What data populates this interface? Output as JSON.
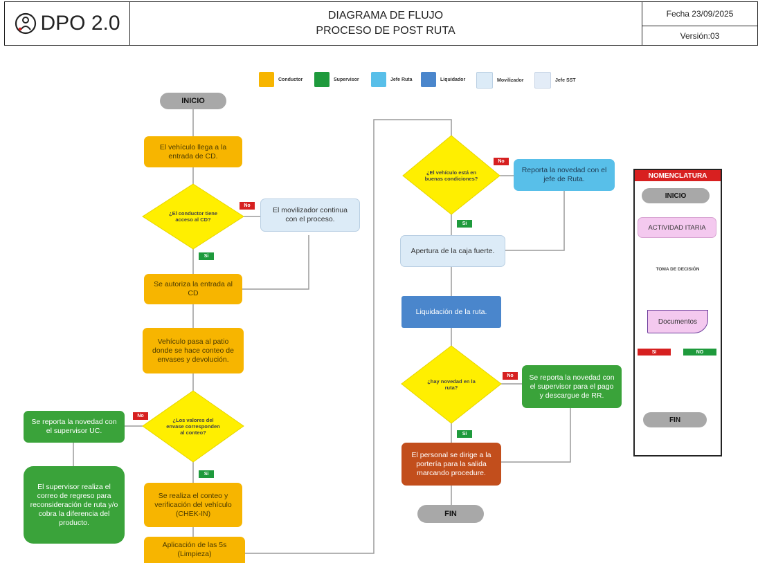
{
  "header": {
    "logo": "DPO 2.0",
    "title_line1": "DIAGRAMA DE FLUJO",
    "title_line2": "PROCESO DE POST RUTA",
    "fecha": "Fecha 23/09/2025",
    "version": "Versión:03"
  },
  "legend": [
    {
      "label": "Conductor",
      "color": "#f7b500"
    },
    {
      "label": "Supervisor",
      "color": "#1e9a3c"
    },
    {
      "label": "Jefe Ruta",
      "color": "#58bfe9"
    },
    {
      "label": "Liquidador",
      "color": "#4a86cc"
    },
    {
      "label": "Movilizador",
      "color": "#dcebf7"
    },
    {
      "label": "Jefe SST",
      "color": "#e3ecf7"
    }
  ],
  "nodes": {
    "inicio": "INICIO",
    "n1": "El vehículo llega a la entrada de CD.",
    "d1": "¿El conductor tiene acceso al CD?",
    "r1": "El movilizador continua con el proceso.",
    "n2": "Se autoriza la entrada al CD",
    "n3": "Vehículo pasa al patio donde se hace conteo de envases y devolución.",
    "d2": "¿Los valores del envase corresponden al conteo?",
    "g1": "Se reporta la novedad con el supervisor UC.",
    "g2": "El supervisor realiza el correo de regreso para reconsideración de ruta y/o cobra la diferencia del producto.",
    "n4": "Se realiza el conteo y verificación del vehículo (CHEK-IN)",
    "n5": "Aplicación de las 5s (Limpieza)",
    "d3": "¿El vehículo está en buenas condiciones?",
    "r2": "Reporta la novedad con el jefe de Ruta.",
    "n6": "Apertura de la caja fuerte.",
    "n7": "Liquidación de la ruta.",
    "d4": "¿hay novedad en la ruta?",
    "g3": "Se reporta la novedad con el supervisor para el pago y descargue de RR.",
    "n8": "El personal se dirige a la portería para la salida marcando procedure.",
    "fin": "FIN"
  },
  "labels": {
    "no": "No",
    "si": "Si"
  },
  "nomenclatura": {
    "title": "NOMENCLATURA",
    "inicio": "INICIO",
    "actividad": "ACTIVIDAD ITARIA",
    "decision": "TOMA DE DECISIÓN",
    "documentos": "Documentos",
    "si": "SI",
    "no": "NO",
    "fin": "FIN"
  }
}
